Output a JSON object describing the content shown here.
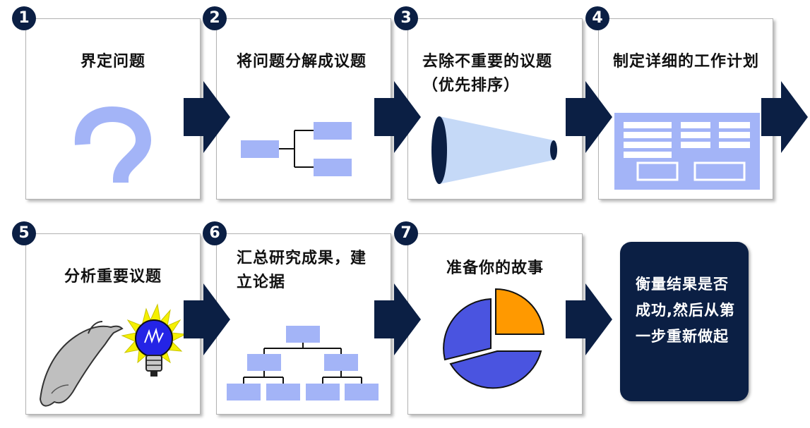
{
  "steps": [
    {
      "number": "1",
      "title": "界定问题",
      "icon": "question-mark-icon"
    },
    {
      "number": "2",
      "title": "将问题分解成议题",
      "icon": "issue-tree-icon"
    },
    {
      "number": "3",
      "title": "去除不重要的议题（优先排序）",
      "icon": "funnel-icon"
    },
    {
      "number": "4",
      "title": "制定详细的工作计划",
      "icon": "work-plan-icon"
    },
    {
      "number": "5",
      "title": "分析重要议题",
      "icon": "dolphin-and-lightbulb-icon"
    },
    {
      "number": "6",
      "title": "汇总研究成果，建立论据",
      "icon": "org-chart-icon"
    },
    {
      "number": "7",
      "title": "准备你的故事",
      "icon": "pie-chart-icon"
    }
  ],
  "final_box": {
    "text": "衡量结果是否成功,然后从第一步重新做起"
  },
  "colors": {
    "navy": "#0b1f44",
    "light_blue": "#a3b4f7",
    "pale_blue": "#c5d9f7",
    "pie_blue": "#4a54e0",
    "pie_orange": "#ff9900"
  }
}
